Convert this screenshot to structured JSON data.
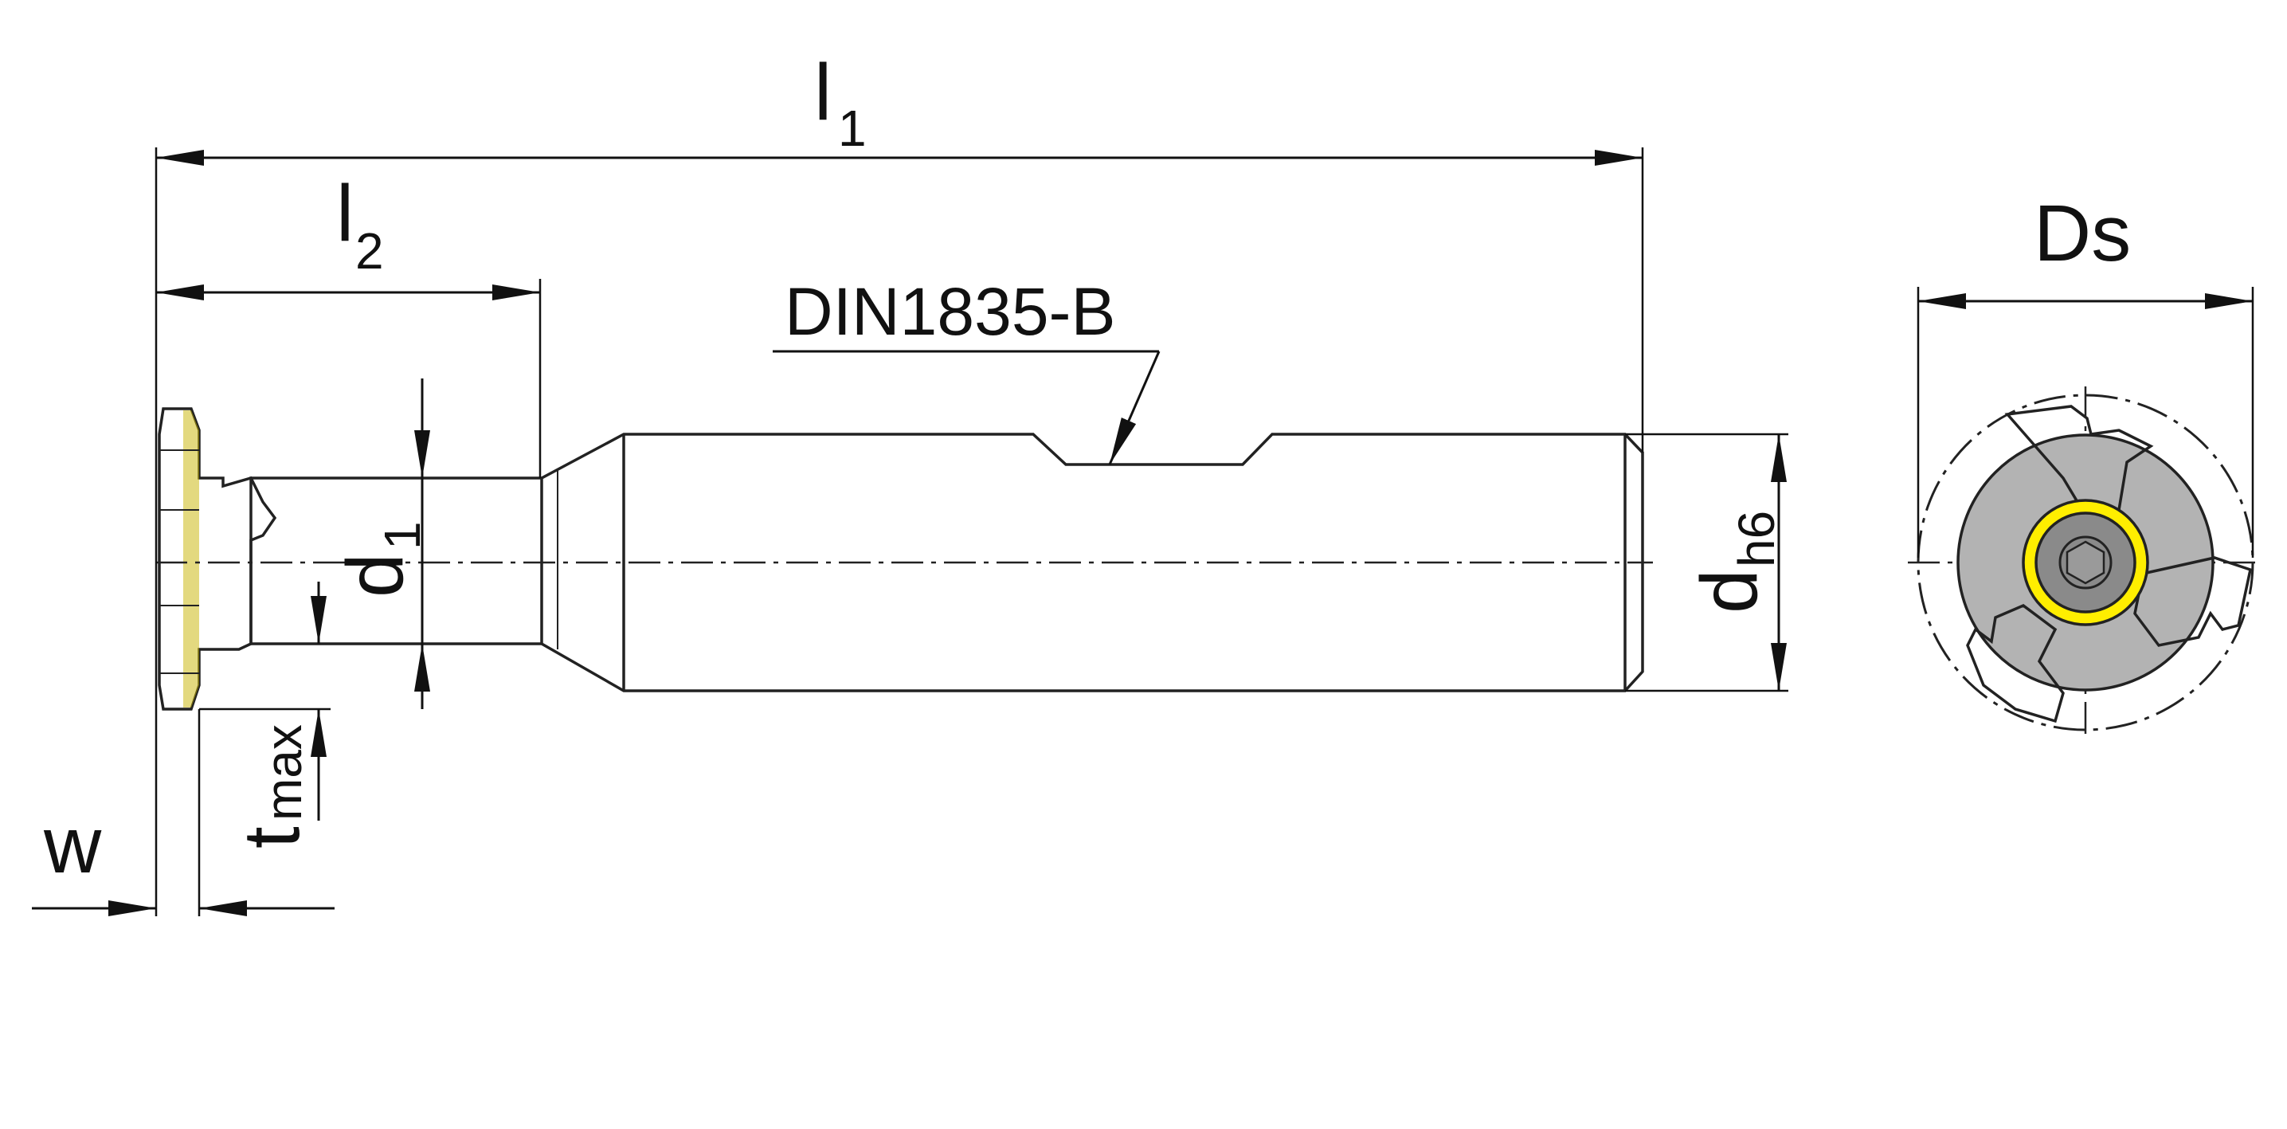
{
  "labels": {
    "l1": {
      "main": "l",
      "sub": "1"
    },
    "l2": {
      "main": "l",
      "sub": "2"
    },
    "d1": {
      "main": "d",
      "sub": "1"
    },
    "dh6": {
      "main": "d",
      "sub": "h6"
    },
    "tmax": {
      "main": "t",
      "sub": "max"
    },
    "w": {
      "main": "w"
    },
    "ds": {
      "main": "Ds"
    }
  },
  "shank_standard": "DIN1835-B",
  "colors": {
    "shank": "#b3b3b3",
    "insert": "#ffee00",
    "insert_shadow": "#c8b400",
    "lines": "#111111",
    "screw": "#8a8a8a"
  }
}
